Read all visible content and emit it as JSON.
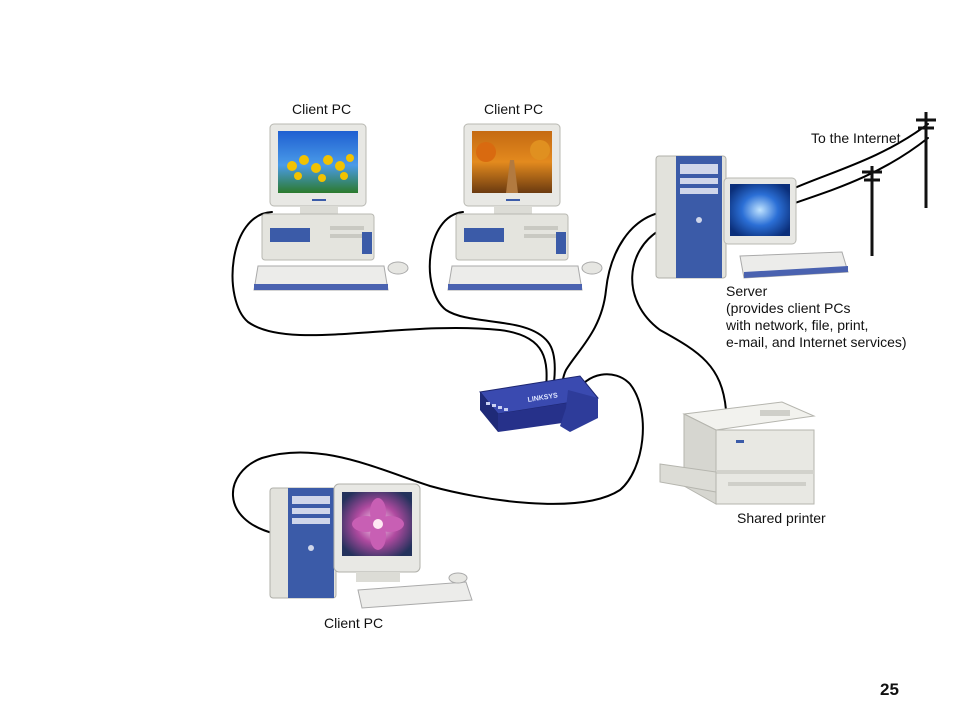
{
  "labels": {
    "client_pc_1": "Client PC",
    "client_pc_2": "Client PC",
    "client_pc_3": "Client PC",
    "internet": "To the Internet",
    "server_title": "Server",
    "server_lines": [
      "(provides client PCs",
      "with network, file, print,",
      "e-mail, and Internet services)"
    ],
    "printer": "Shared printer"
  },
  "router_brand": "LINKSYS",
  "page_number": "25",
  "colors": {
    "cable": "#000000",
    "device_body": "#e6e6e2",
    "accent_blue": "#3b5ba8",
    "router_blue": "#2e3c9a"
  }
}
